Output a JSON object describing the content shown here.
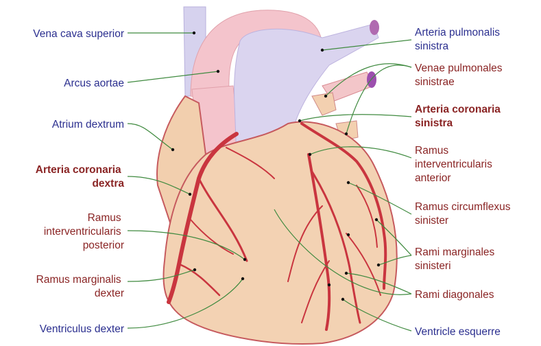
{
  "labels": {
    "vena_cava_superior": {
      "text": "Vena cava superior",
      "tone": "blue"
    },
    "arcus_aortae": {
      "text": "Arcus aortae",
      "tone": "blue"
    },
    "atrium_dextrum": {
      "text": "Atrium dextrum",
      "tone": "blue"
    },
    "arteria_coronaria_dextra": {
      "line1": "Arteria coronaria",
      "line2": "dextra",
      "tone": "red-bold"
    },
    "ramus_interventricularis_posterior": {
      "line1": "Ramus",
      "line2": "interventricularis",
      "line3": "posterior",
      "tone": "red"
    },
    "ramus_marginalis_dexter": {
      "line1": "Ramus marginalis",
      "line2": "dexter",
      "tone": "red"
    },
    "ventriculus_dexter": {
      "text": "Ventriculus dexter",
      "tone": "blue"
    },
    "arteria_pulmonalis_sinistra": {
      "line1": "Arteria pulmonalis",
      "line2": "sinistra",
      "tone": "blue"
    },
    "venae_pulmonales_sinistrae": {
      "line1": "Venae pulmonales",
      "line2": "sinistrae",
      "tone": "red"
    },
    "arteria_coronaria_sinistra": {
      "line1": "Arteria coronaria",
      "line2": "sinistra",
      "tone": "red-bold"
    },
    "ramus_interventricularis_anterior": {
      "line1": "Ramus",
      "line2": "interventricularis",
      "line3": "anterior",
      "tone": "red"
    },
    "ramus_circumflexus_sinister": {
      "line1": "Ramus circumflexus",
      "line2": "sinister",
      "tone": "red"
    },
    "rami_marginales_sinisteri": {
      "line1": "Rami marginales",
      "line2": "sinisteri",
      "tone": "red"
    },
    "rami_diagonales": {
      "text": "Rami diagonales",
      "tone": "red"
    },
    "ventricle_esquerre": {
      "text": "Ventricle esquerre",
      "tone": "blue"
    }
  },
  "colors": {
    "blue_text": "#2b2f8f",
    "red_text": "#8a2424",
    "leader": "#3f8a3f",
    "myocardium": "#f3d2b3",
    "artery": "#c9353f",
    "aorta": "#f5c6cc",
    "pulmonary": "#d9d3ee"
  }
}
